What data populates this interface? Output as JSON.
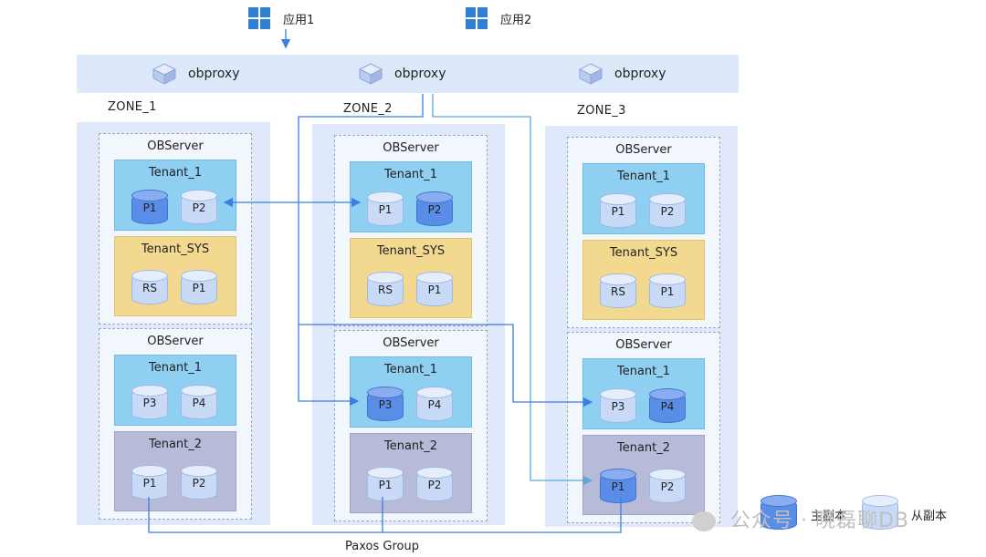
{
  "apps": [
    {
      "label": "应用1",
      "icon": "windows-icon"
    },
    {
      "label": "应用2",
      "icon": "windows-icon"
    }
  ],
  "proxies": [
    {
      "label": "obproxy",
      "icon": "proxy-cube-icon"
    },
    {
      "label": "obproxy",
      "icon": "proxy-cube-icon"
    },
    {
      "label": "obproxy",
      "icon": "proxy-cube-icon"
    }
  ],
  "zones": [
    {
      "label": "ZONE_1",
      "servers": [
        {
          "title": "OBServer",
          "tenants": [
            {
              "name": "Tenant_1",
              "color": "blue",
              "partitions": [
                {
                  "label": "P1",
                  "role": "leader"
                },
                {
                  "label": "P2",
                  "role": "follower"
                }
              ]
            },
            {
              "name": "Tenant_SYS",
              "color": "yellow",
              "partitions": [
                {
                  "label": "RS",
                  "role": "follower"
                },
                {
                  "label": "P1",
                  "role": "follower"
                }
              ]
            }
          ]
        },
        {
          "title": "OBServer",
          "tenants": [
            {
              "name": "Tenant_1",
              "color": "blue",
              "partitions": [
                {
                  "label": "P3",
                  "role": "follower"
                },
                {
                  "label": "P4",
                  "role": "follower"
                }
              ]
            },
            {
              "name": "Tenant_2",
              "color": "gray",
              "partitions": [
                {
                  "label": "P1",
                  "role": "follower"
                },
                {
                  "label": "P2",
                  "role": "follower"
                }
              ]
            }
          ]
        }
      ]
    },
    {
      "label": "ZONE_2",
      "servers": [
        {
          "title": "OBServer",
          "tenants": [
            {
              "name": "Tenant_1",
              "color": "blue",
              "partitions": [
                {
                  "label": "P1",
                  "role": "follower"
                },
                {
                  "label": "P2",
                  "role": "leader"
                }
              ]
            },
            {
              "name": "Tenant_SYS",
              "color": "yellow",
              "partitions": [
                {
                  "label": "RS",
                  "role": "follower"
                },
                {
                  "label": "P1",
                  "role": "follower"
                }
              ]
            }
          ]
        },
        {
          "title": "OBServer",
          "tenants": [
            {
              "name": "Tenant_1",
              "color": "blue",
              "partitions": [
                {
                  "label": "P3",
                  "role": "leader"
                },
                {
                  "label": "P4",
                  "role": "follower"
                }
              ]
            },
            {
              "name": "Tenant_2",
              "color": "gray",
              "partitions": [
                {
                  "label": "P1",
                  "role": "follower"
                },
                {
                  "label": "P2",
                  "role": "follower"
                }
              ]
            }
          ]
        }
      ]
    },
    {
      "label": "ZONE_3",
      "servers": [
        {
          "title": "OBServer",
          "tenants": [
            {
              "name": "Tenant_1",
              "color": "blue",
              "partitions": [
                {
                  "label": "P1",
                  "role": "follower"
                },
                {
                  "label": "P2",
                  "role": "follower"
                }
              ]
            },
            {
              "name": "Tenant_SYS",
              "color": "yellow",
              "partitions": [
                {
                  "label": "RS",
                  "role": "follower"
                },
                {
                  "label": "P1",
                  "role": "follower"
                }
              ]
            }
          ]
        },
        {
          "title": "OBServer",
          "tenants": [
            {
              "name": "Tenant_1",
              "color": "blue",
              "partitions": [
                {
                  "label": "P3",
                  "role": "follower"
                },
                {
                  "label": "P4",
                  "role": "leader"
                }
              ]
            },
            {
              "name": "Tenant_2",
              "color": "gray",
              "partitions": [
                {
                  "label": "P1",
                  "role": "leader"
                },
                {
                  "label": "P2",
                  "role": "follower"
                }
              ]
            }
          ]
        }
      ]
    }
  ],
  "paxos_label": "Paxos Group",
  "legend": {
    "leader": "主副本",
    "follower": "从副本"
  },
  "watermark": "公众号 · 晓磊聊DB",
  "colors": {
    "line": "#3a7ee0",
    "line_light": "#5aa9dc",
    "proxy_bar": "#dde8fb",
    "zone_bg": "#e0e9fb",
    "tenant_blue": "#8fd0f2",
    "tenant_yellow": "#f3d990",
    "tenant_gray": "#b7bbd8",
    "leader": "#5a8de6",
    "follower": "#c9daf6"
  }
}
